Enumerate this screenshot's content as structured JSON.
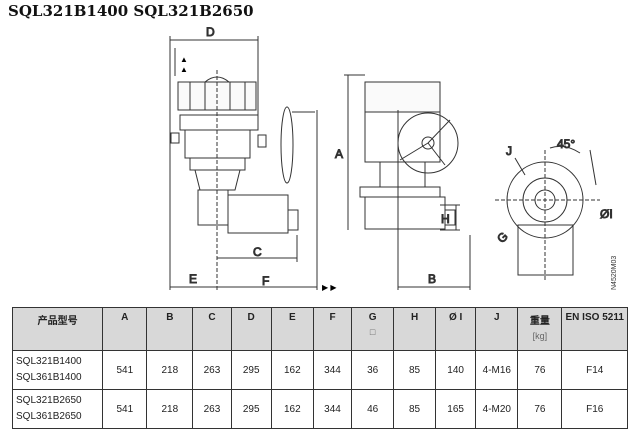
{
  "title": "SQL321B1400  SQL321B2650",
  "drawing": {
    "labels": [
      "D",
      "A",
      "C",
      "E",
      "F",
      "B",
      "H",
      "J",
      "G",
      "ØI",
      "45°"
    ],
    "code": "N4520M03"
  },
  "table": {
    "headers": [
      {
        "label": "产品型号",
        "sub": ""
      },
      {
        "label": "A",
        "sub": ""
      },
      {
        "label": "B",
        "sub": ""
      },
      {
        "label": "C",
        "sub": ""
      },
      {
        "label": "D",
        "sub": ""
      },
      {
        "label": "E",
        "sub": ""
      },
      {
        "label": "F",
        "sub": ""
      },
      {
        "label": "G",
        "sub": "□"
      },
      {
        "label": "H",
        "sub": ""
      },
      {
        "label": "Ø I",
        "sub": ""
      },
      {
        "label": "J",
        "sub": ""
      },
      {
        "label": "重量",
        "sub": "[kg]"
      },
      {
        "label": "EN ISO 5211",
        "sub": ""
      }
    ],
    "rows": [
      {
        "models": [
          "SQL321B1400",
          "SQL361B1400"
        ],
        "values": [
          "541",
          "218",
          "263",
          "295",
          "162",
          "344",
          "36",
          "85",
          "140",
          "4-M16",
          "76",
          "F14"
        ]
      },
      {
        "models": [
          "SQL321B2650",
          "SQL361B2650"
        ],
        "values": [
          "541",
          "218",
          "263",
          "295",
          "162",
          "344",
          "46",
          "85",
          "165",
          "4-M20",
          "76",
          "F16"
        ]
      }
    ]
  }
}
